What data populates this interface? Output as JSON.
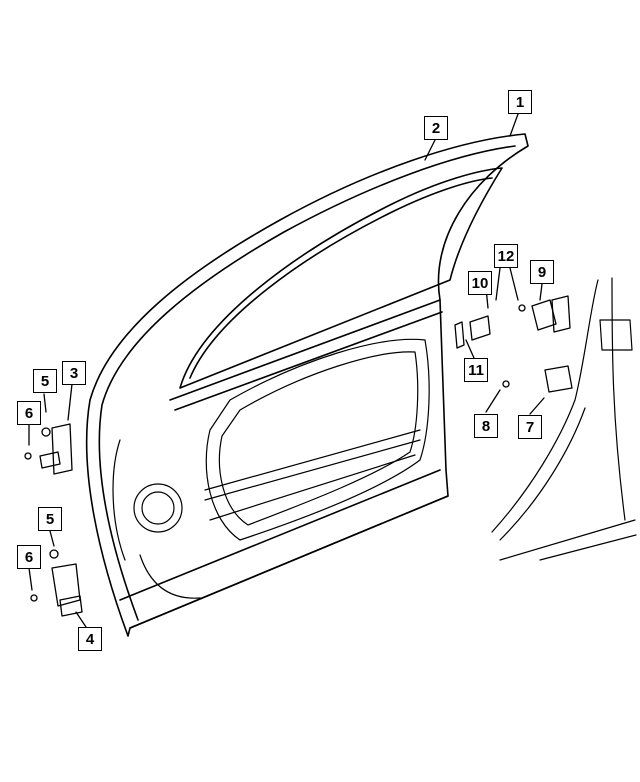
{
  "diagram": {
    "callouts": [
      {
        "id": "c1",
        "label": "1"
      },
      {
        "id": "c2",
        "label": "2"
      },
      {
        "id": "c3",
        "label": "3"
      },
      {
        "id": "c4",
        "label": "4"
      },
      {
        "id": "c5a",
        "label": "5"
      },
      {
        "id": "c5b",
        "label": "5"
      },
      {
        "id": "c6a",
        "label": "6"
      },
      {
        "id": "c6b",
        "label": "6"
      },
      {
        "id": "c7",
        "label": "7"
      },
      {
        "id": "c8",
        "label": "8"
      },
      {
        "id": "c9",
        "label": "9"
      },
      {
        "id": "c10",
        "label": "10"
      },
      {
        "id": "c11",
        "label": "11"
      },
      {
        "id": "c12",
        "label": "12"
      }
    ]
  }
}
